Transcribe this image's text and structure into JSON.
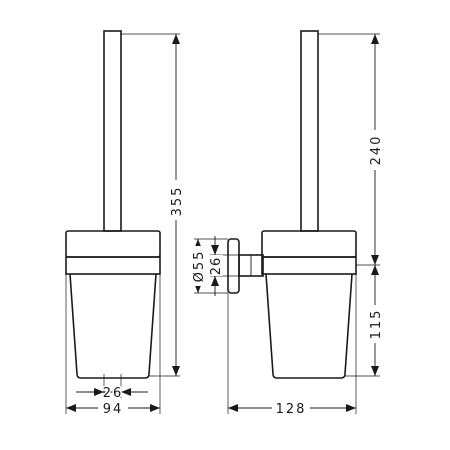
{
  "figure": {
    "left_view": {
      "height_label": "355",
      "bottom_inner_label": "26",
      "bottom_width_label": "94"
    },
    "right_view": {
      "upper_height_label": "240",
      "lower_height_label": "115",
      "depth_label": "128",
      "mount_diameter_label": "Ø55",
      "mount_gap_label": "26"
    }
  }
}
